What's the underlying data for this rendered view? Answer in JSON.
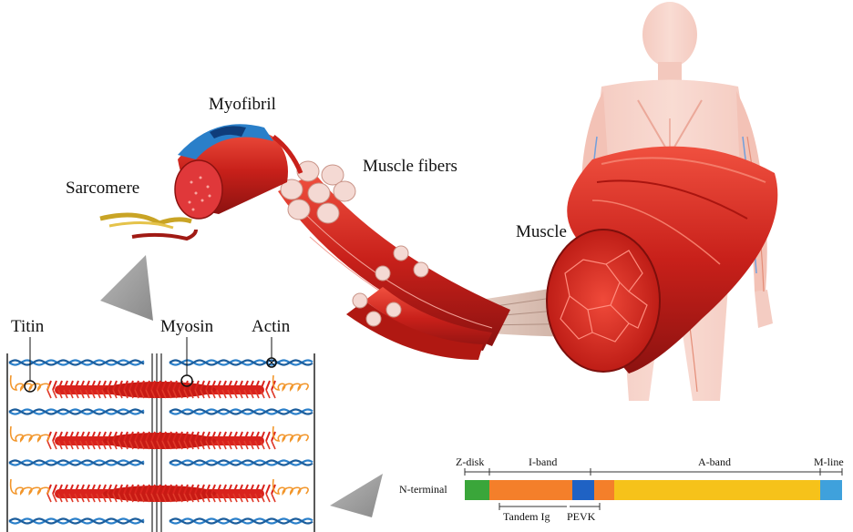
{
  "illustration": {
    "labels": {
      "myofibril": "Myofibril",
      "sarcomere": "Sarcomere",
      "muscle_fibers": "Muscle fibers",
      "muscle": "Muscle"
    }
  },
  "sarcomere_detail": {
    "labels": {
      "titin": "Titin",
      "myosin": "Myosin",
      "actin": "Actin"
    },
    "colors": {
      "actin": "#2a7fc9",
      "myosin": "#d9221c",
      "titin": "#f2962b"
    }
  },
  "titin_domains": {
    "terminal_label": "N-terminal",
    "top_labels": [
      "Z-disk",
      "I-band",
      "A-band",
      "M-line"
    ],
    "bottom_labels": [
      "Tandem Ig",
      "PEVK"
    ],
    "segments": [
      {
        "domain": "Z-disk",
        "color": "#3aa63a"
      },
      {
        "domain": "Tandem Ig",
        "color": "#f47f2a"
      },
      {
        "domain": "PEVK",
        "color": "#1f62c4"
      },
      {
        "domain": "I-band",
        "color": "#f47f2a"
      },
      {
        "domain": "A-band",
        "color": "#f6c21a"
      },
      {
        "domain": "M-line",
        "color": "#3fa1dc"
      }
    ]
  }
}
